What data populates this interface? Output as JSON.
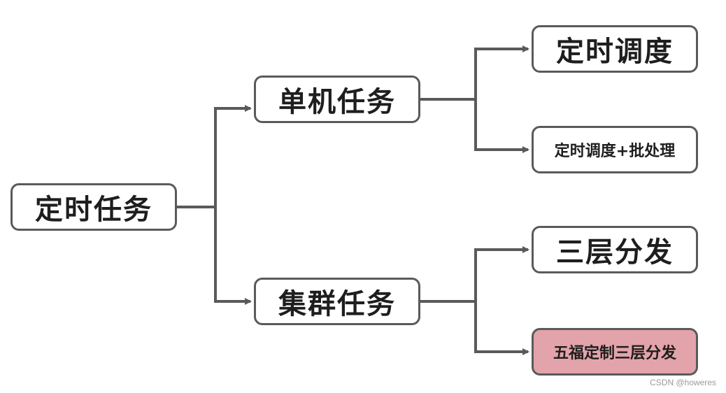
{
  "diagram": {
    "root": {
      "label": "定时任务"
    },
    "branches": [
      {
        "label": "单机任务",
        "children": [
          {
            "label": "定时调度",
            "highlight": false
          },
          {
            "label": "定时调度+批处理",
            "highlight": false
          }
        ]
      },
      {
        "label": "集群任务",
        "children": [
          {
            "label": "三层分发",
            "highlight": false
          },
          {
            "label": "五福定制三层分发",
            "highlight": true
          }
        ]
      }
    ],
    "colors": {
      "line": "#5a5a5a",
      "border": "#5a5a5a",
      "node_fill": "#ffffff",
      "highlight_fill": "#e3a3aa"
    }
  },
  "watermark": "CSDN @howeres"
}
